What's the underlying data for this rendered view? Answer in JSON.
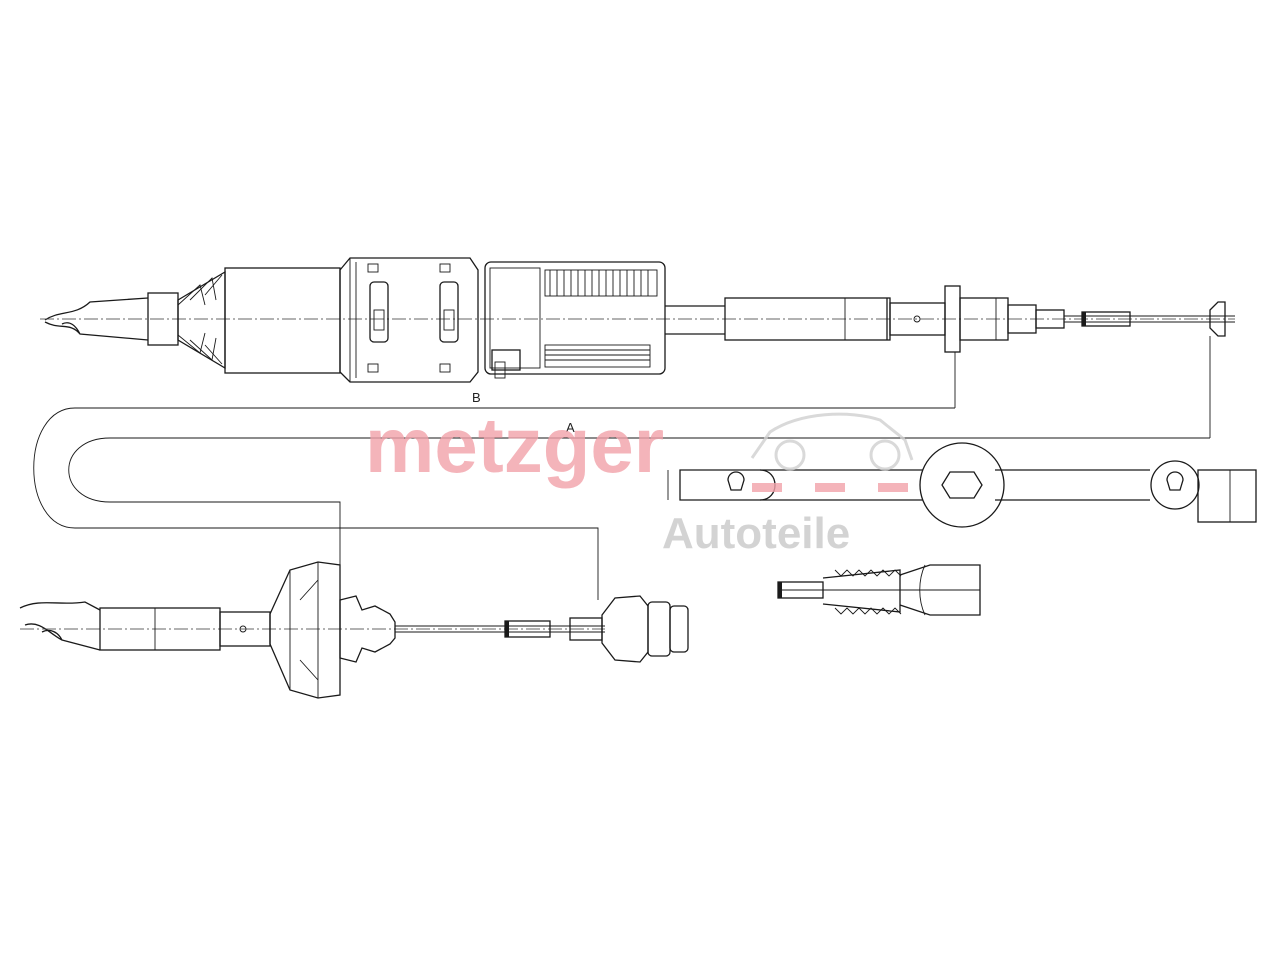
{
  "labels": {
    "dimension_a": "A",
    "dimension_b": "B"
  },
  "watermark": {
    "brand": "metzger",
    "subline": "Autoteile",
    "brand_color": "#f2a2aa",
    "subline_color": "#c9c9c9",
    "car_outline_color": "#d0d0d0"
  },
  "line_color": "#1a1a1a"
}
